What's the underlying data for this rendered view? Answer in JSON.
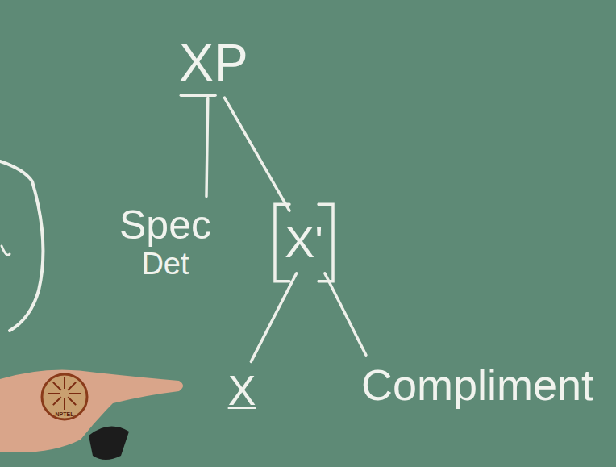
{
  "diagram": {
    "nodes": [
      {
        "text": [
          "XP"
        ]
      },
      {
        "text": [
          "Spec",
          "Det"
        ]
      },
      {
        "text": [
          "X'"
        ]
      },
      {
        "text": [
          "X"
        ]
      },
      {
        "text": [
          "Compliment"
        ]
      }
    ],
    "edges": [
      {
        "from": 0,
        "to": 1,
        "arrow": "none"
      },
      {
        "from": 0,
        "to": 2,
        "arrow": "none"
      },
      {
        "from": 2,
        "to": 3,
        "arrow": "none"
      },
      {
        "from": 2,
        "to": 4,
        "arrow": "none"
      }
    ],
    "labels": [
      "NPTEL"
    ]
  }
}
